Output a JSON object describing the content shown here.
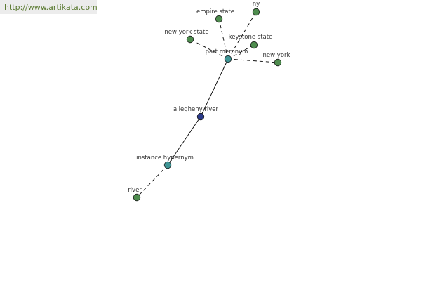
{
  "site": {
    "url": "http://www.artikata.com"
  },
  "colors": {
    "leaf_node": "#4e8c4e",
    "hub_node": "#3e9494",
    "center_node": "#2a3a8a",
    "edge": "#000000"
  },
  "nodes": [
    {
      "id": "empire",
      "label": "empire state",
      "type": "leaf"
    },
    {
      "id": "ny",
      "label": "ny",
      "type": "leaf"
    },
    {
      "id": "nys",
      "label": "new york state",
      "type": "leaf"
    },
    {
      "id": "keystone",
      "label": "keystone state",
      "type": "leaf"
    },
    {
      "id": "partmer",
      "label": "part meronym",
      "type": "hub"
    },
    {
      "id": "newyork",
      "label": "new york",
      "type": "leaf"
    },
    {
      "id": "allegheny",
      "label": "allegheny river",
      "type": "center"
    },
    {
      "id": "insthyp",
      "label": "instance hypernym",
      "type": "hub"
    },
    {
      "id": "river",
      "label": "river",
      "type": "leaf"
    }
  ],
  "edges": [
    {
      "from": "allegheny",
      "to": "partmer",
      "style": "solid"
    },
    {
      "from": "allegheny",
      "to": "insthyp",
      "style": "solid"
    },
    {
      "from": "partmer",
      "to": "empire",
      "style": "dashed"
    },
    {
      "from": "partmer",
      "to": "ny",
      "style": "dashed"
    },
    {
      "from": "partmer",
      "to": "nys",
      "style": "dashed"
    },
    {
      "from": "partmer",
      "to": "keystone",
      "style": "dashed"
    },
    {
      "from": "partmer",
      "to": "newyork",
      "style": "dashed"
    },
    {
      "from": "insthyp",
      "to": "river",
      "style": "dashed"
    }
  ]
}
